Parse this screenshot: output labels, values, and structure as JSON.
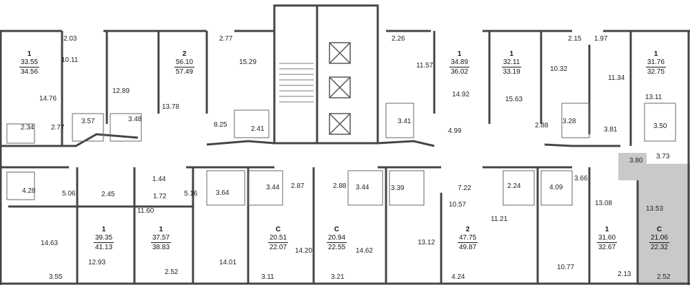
{
  "highlight_color": "#c9c9c9",
  "wall_color": "#444444",
  "apartments": [
    {
      "id": "a1",
      "rooms": "1",
      "total": "33.55",
      "with_balcony": "34.56"
    },
    {
      "id": "a2",
      "rooms": "2",
      "total": "56.10",
      "with_balcony": "57.49"
    },
    {
      "id": "a3",
      "rooms": "1",
      "total": "34.89",
      "with_balcony": "36.02"
    },
    {
      "id": "a4",
      "rooms": "1",
      "total": "32.11",
      "with_balcony": "33.19"
    },
    {
      "id": "a5",
      "rooms": "1",
      "total": "31.76",
      "with_balcony": "32.75"
    },
    {
      "id": "a6",
      "rooms": "1",
      "total": "39.35",
      "with_balcony": "41.13"
    },
    {
      "id": "a7",
      "rooms": "1",
      "total": "37.57",
      "with_balcony": "38.83"
    },
    {
      "id": "a8",
      "rooms": "С",
      "total": "20.51",
      "with_balcony": "22.07"
    },
    {
      "id": "a9",
      "rooms": "С",
      "total": "20.94",
      "with_balcony": "22.55"
    },
    {
      "id": "a10",
      "rooms": "2",
      "total": "47.75",
      "with_balcony": "49.87"
    },
    {
      "id": "a11",
      "rooms": "1",
      "total": "31.60",
      "with_balcony": "32.67"
    },
    {
      "id": "a12",
      "rooms": "С",
      "total": "21.06",
      "with_balcony": "22.32"
    }
  ],
  "room_areas": [
    "2.03",
    "10.11",
    "14.76",
    "2.34",
    "2.77",
    "3.57",
    "12.89",
    "3.48",
    "13.78",
    "2.77",
    "15.29",
    "8.25",
    "2.41",
    "2.26",
    "11.57",
    "3.41",
    "14.92",
    "4.99",
    "15.63",
    "2.88",
    "2.15",
    "1.97",
    "10.32",
    "3.28",
    "11.34",
    "13.11",
    "3.81",
    "3.50",
    "3.80",
    "3.73",
    "4.28",
    "5.06",
    "2.45",
    "1.44",
    "1.72",
    "11.60",
    "5.16",
    "3.64",
    "3.44",
    "2.87",
    "2.88",
    "3.44",
    "3.39",
    "7.22",
    "2.24",
    "4.09",
    "3.66",
    "10.57",
    "11.21",
    "13.08",
    "13.53",
    "14.63",
    "12.93",
    "14.01",
    "14.20",
    "14.62",
    "13.12",
    "10.77",
    "3.55",
    "2.52",
    "3.11",
    "3.21",
    "4.24",
    "2.13",
    "2.52"
  ]
}
